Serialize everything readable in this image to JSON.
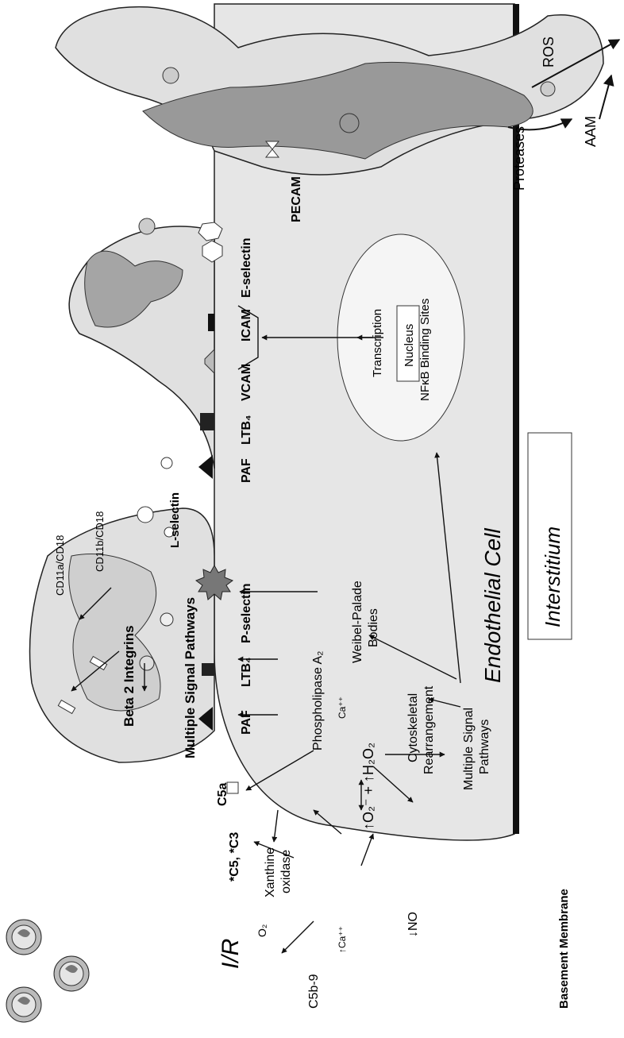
{
  "diagram": {
    "labels": {
      "ir": "I/R",
      "o2": "O₂",
      "c5b9": "C5b-9",
      "ca_up_left": "↑Ca⁺⁺",
      "xanthine": "Xanthine",
      "oxidase": "oxidase",
      "c5_c3": "*C5, *C3",
      "c5a": "C5a",
      "superoxide": "↑O₂⁻ + ↑H₂O₂",
      "no": "↓NO",
      "multiple_signal_pathways_lower_1": "Multiple Signal",
      "multiple_signal_pathways_lower_2": "Pathways",
      "cytoskeletal_1": "Cytoskeletal",
      "cytoskeletal_2": "Rearrangement",
      "phospholipase": "Phospholipase A₂",
      "ca_small": "Ca⁺⁺",
      "weibel_1": "Weibel-Palade",
      "weibel_2": "Bodies",
      "basement_membrane": "Basement Membrane",
      "paf_1": "PAF",
      "ltb4_1": "LTB₄",
      "p_selectin": "P-selectin",
      "multiple_signal_pathways_upper": "Multiple Signal Pathways",
      "beta2_integrins": "Beta 2 Integrins",
      "cd11a": "CD11a/CD18",
      "cd11b": "CD11b/CD18",
      "l_selectin": "L-selectin",
      "endothelial_cell": "Endothelial Cell",
      "interstitium": "Interstitium",
      "paf_2": "PAF",
      "ltb4_2": "LTB₄",
      "vcam": "VCAM",
      "icam": "ICAM",
      "e_selectin": "E-selectin",
      "pecam": "PECAM",
      "transcription": "Transcription",
      "nfkb": "NFκB Binding Sites",
      "nucleus": "Nucleus",
      "proteases": "Proteases",
      "aam": "AAM",
      "ros": "ROS"
    }
  }
}
